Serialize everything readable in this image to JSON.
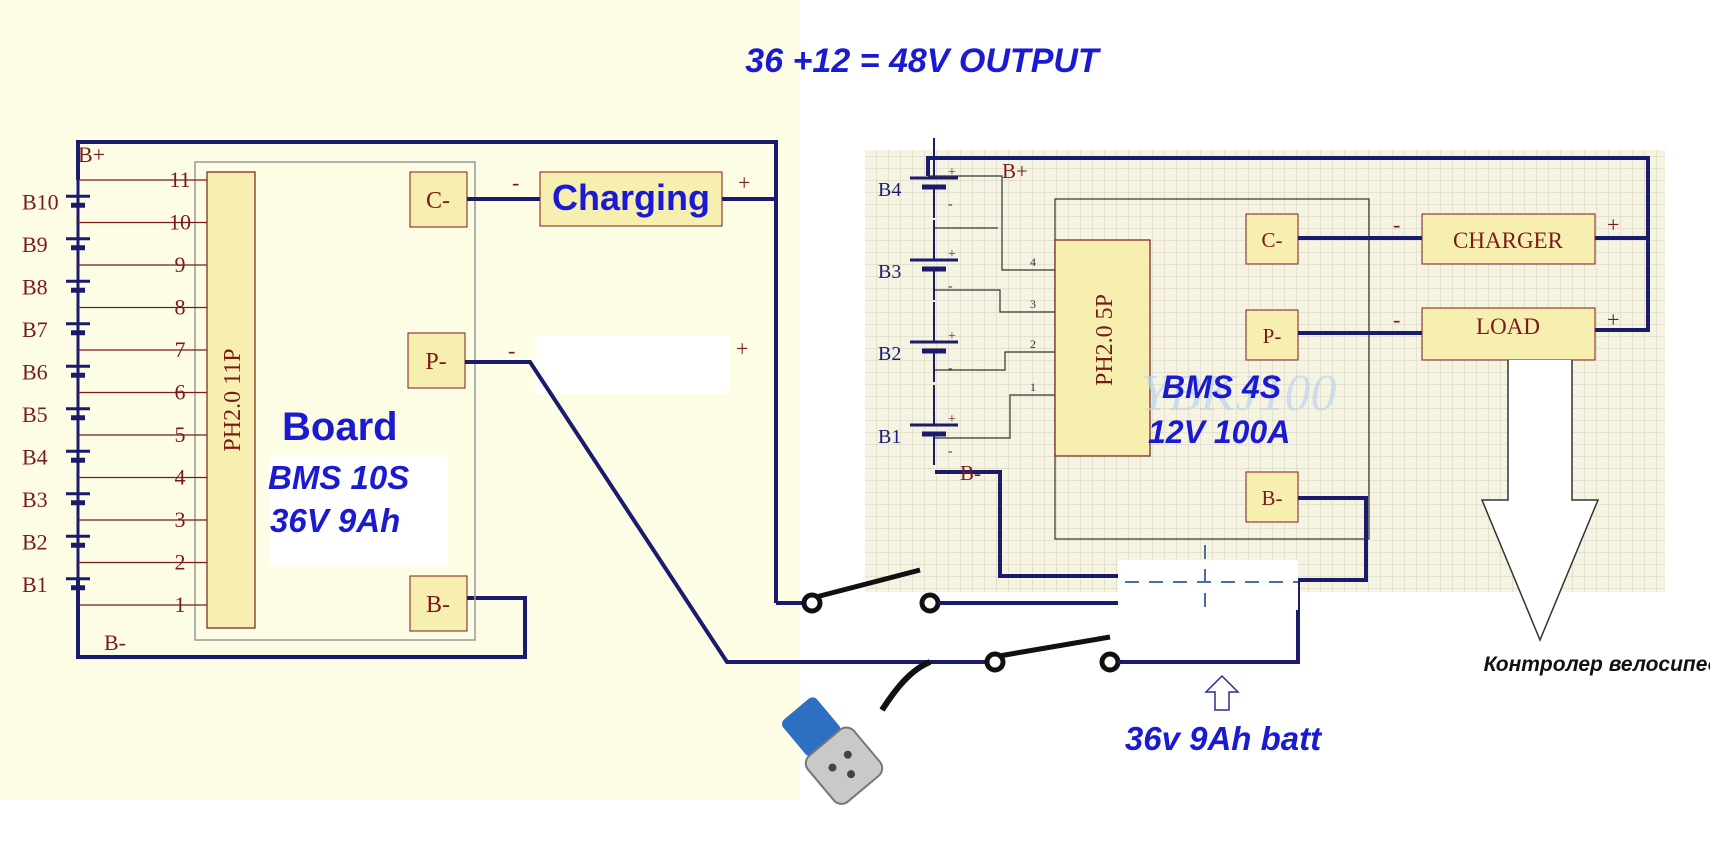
{
  "title": "36 +12 = 48V OUTPUT",
  "colors": {
    "wire": "#1b1b6e",
    "accent_blue": "#1a1ad0",
    "label_red": "#7a1a1a",
    "module_fill": "#f7efb0",
    "panel_cream": "#fdfde6",
    "grid_bg": "#f5f3e2",
    "grid_line": "#d4d0bc"
  },
  "left_bms": {
    "cells": [
      "B10",
      "B9",
      "B8",
      "B7",
      "B6",
      "B5",
      "B4",
      "B3",
      "B2",
      "B1"
    ],
    "pin_numbers": [
      "11",
      "10",
      "9",
      "8",
      "7",
      "6",
      "5",
      "4",
      "3",
      "2",
      "1"
    ],
    "connector": "PH2.0 11P",
    "b_plus": "B+",
    "b_minus": "B-",
    "board_label": "Board",
    "spec_line1": "BMS 10S",
    "spec_line2": "36V 9Ah",
    "port_c": "C-",
    "port_p": "P-",
    "port_b": "B-",
    "charging": "Charging",
    "charging_minus": "-",
    "charging_plus": "+",
    "p_minus_sign": "-",
    "p_plus_sign": "+"
  },
  "right_bms": {
    "cells": [
      "B4",
      "B3",
      "B2",
      "B1"
    ],
    "pin_numbers": [
      "4",
      "3",
      "2",
      "1"
    ],
    "cell_plus": "+",
    "cell_minus": "-",
    "connector": "PH2.0 5P",
    "b_plus": "B+",
    "b_minus": "B-",
    "spec_line1": "BMS 4S",
    "spec_line2": "12V 100A",
    "watermark": "YBKJ100",
    "port_c": "C-",
    "port_p": "P-",
    "port_b": "B-",
    "charger": "CHARGER",
    "load": "LOAD",
    "minus": "-",
    "plus": "+"
  },
  "controller_label": "Контролер велосипеда",
  "battery_label": "36v 9Ah batt",
  "icons": [
    "switch-icon",
    "xlr-plug-icon",
    "up-arrow-icon",
    "down-arrow-icon",
    "battery-cell-icon"
  ]
}
